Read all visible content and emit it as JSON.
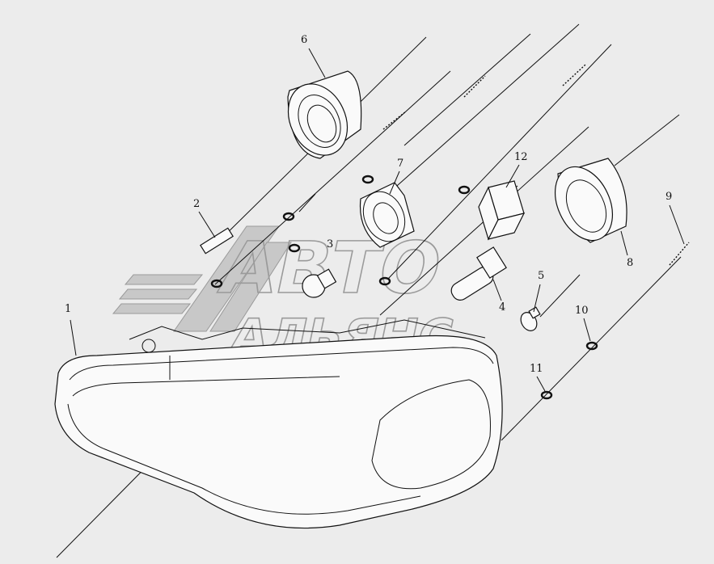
{
  "diagram": {
    "callouts": [
      "1",
      "2",
      "3",
      "4",
      "5",
      "6",
      "7",
      "8",
      "9",
      "10",
      "11",
      "12"
    ]
  },
  "watermark": {
    "line1": "АВТО",
    "line2": "АЛЬЯНС"
  },
  "colors": {
    "background": "#ececec",
    "line": "#111111",
    "watermark": "#9a9a9a"
  }
}
